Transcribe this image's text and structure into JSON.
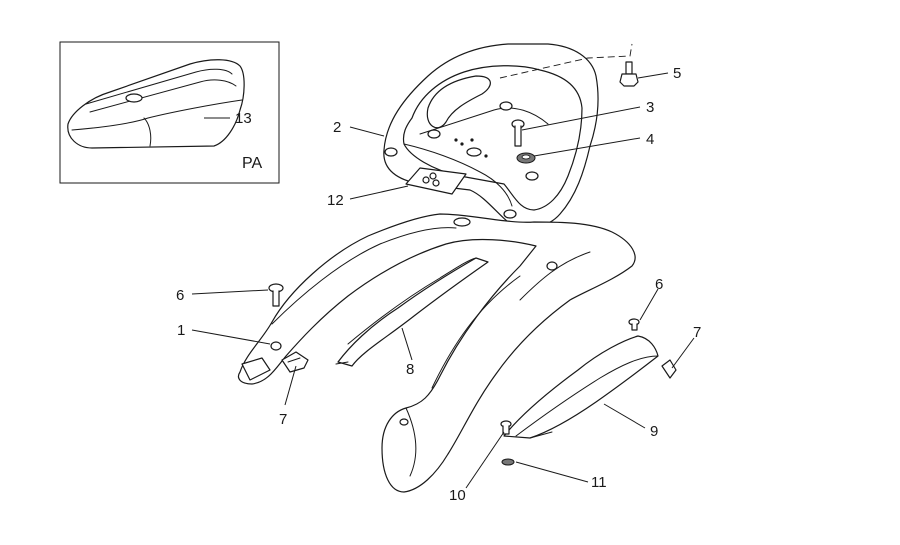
{
  "inset": {
    "label": "PA"
  },
  "callouts": {
    "c1": "1",
    "c2": "2",
    "c3": "3",
    "c4": "4",
    "c5": "5",
    "c6a": "6",
    "c6b": "6",
    "c7a": "7",
    "c7b": "7",
    "c8": "8",
    "c9": "9",
    "c10": "10",
    "c11": "11",
    "c12": "12",
    "c13": "13"
  }
}
